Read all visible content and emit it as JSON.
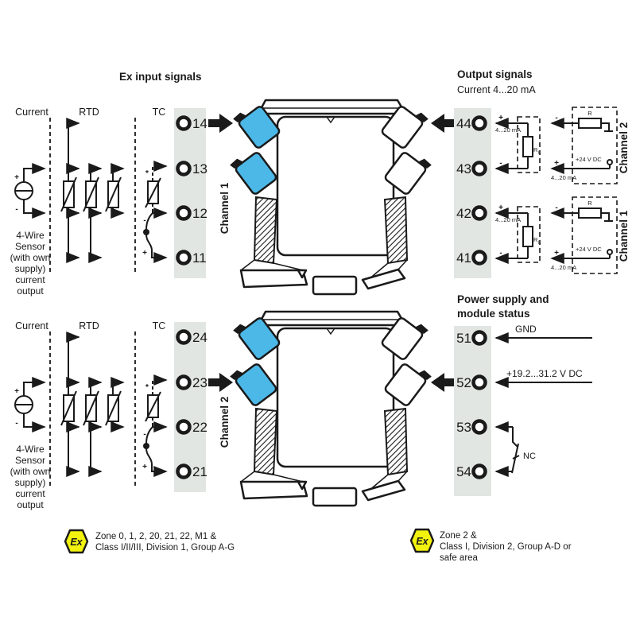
{
  "titles": {
    "ex_input": "Ex input signals",
    "output": "Output signals",
    "output_sub": "Current 4...20 mA",
    "power1": "Power supply and",
    "power2": "module status"
  },
  "input_labels": {
    "current": "Current",
    "rtd": "RTD",
    "tc": "TC"
  },
  "sensor_note": [
    "4-Wire",
    "Sensor",
    "(with own",
    "supply)",
    "current",
    "output"
  ],
  "input1": {
    "terminals": [
      "14",
      "13",
      "12",
      "11"
    ],
    "channel": "Channel 1"
  },
  "input2": {
    "terminals": [
      "24",
      "23",
      "22",
      "21"
    ],
    "channel": "Channel 2"
  },
  "output": {
    "terminals": [
      "44",
      "43",
      "42",
      "41"
    ],
    "channel_top": "Channel 2",
    "channel_bottom": "Channel 1"
  },
  "power": {
    "terminals": [
      "51",
      "52",
      "53",
      "54"
    ],
    "gnd": "GND",
    "voltage": "+19.2...31.2 V DC",
    "nc": "NC"
  },
  "syms": {
    "plus": "+",
    "minus": "-",
    "star": "*",
    "ma": "4...20 mA",
    "r": "R",
    "r_sub": "L",
    "v24": "+24 V DC",
    "ex": "Ex"
  },
  "certs": {
    "left": [
      "Zone 0, 1, 2, 20, 21, 22, M1 &",
      "Class I/II/III, Division 1, Group A-G"
    ],
    "right": [
      "Zone 2 &",
      "Class I, Division 2, Group A-D or",
      "safe area"
    ]
  },
  "colors": {
    "accent_blue": "#4cb8e8",
    "terminal_strip": "#e2e6e2",
    "ex_hexagon_yellow": "#f2f20e",
    "line": "#1a1a1a"
  }
}
